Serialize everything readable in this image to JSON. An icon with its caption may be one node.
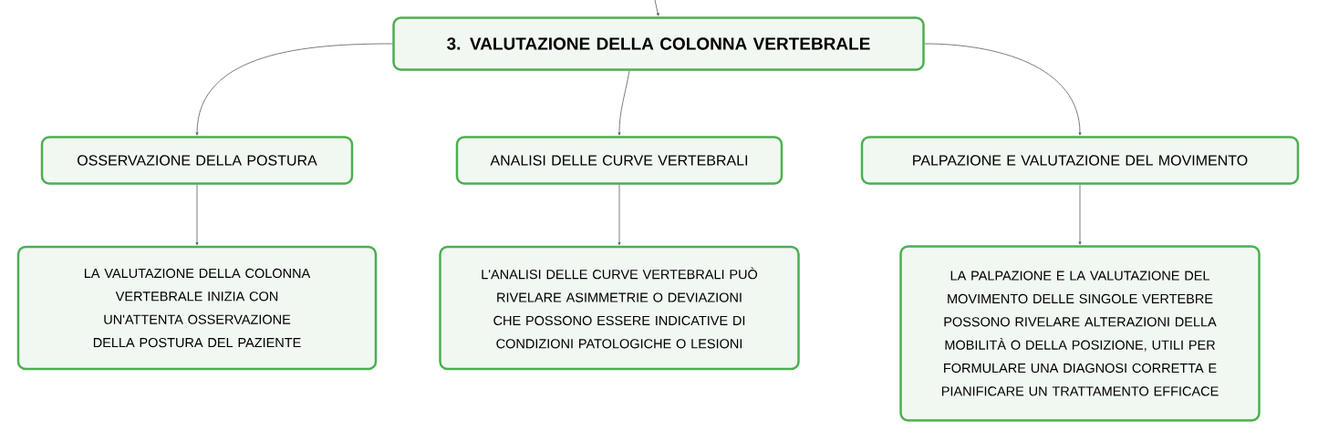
{
  "diagram": {
    "nodes": [
      {
        "text": [
          "3. VALUTAZIONE DELLA COLONNA VERTEBRALE"
        ]
      },
      {
        "text": [
          "OSSERVAZIONE DELLA POSTURA"
        ]
      },
      {
        "text": [
          "ANALISI DELLE CURVE VERTEBRALI"
        ]
      },
      {
        "text": [
          "PALPAZIONE E VALUTAZIONE DEL MOVIMENTO"
        ]
      },
      {
        "text": [
          "LA VALUTAZIONE DELLA COLONNA VERTEBRALE INIZIA CON UN'ATTENTA OSSERVAZIONE DELLA POSTURA DEL PAZIENTE"
        ]
      },
      {
        "text": [
          "L'ANALISI DELLE CURVE VERTEBRALI PUÒ RIVELARE ASIMMETRIE O DEVIAZIONI CHE POSSONO ESSERE INDICATIVE DI CONDIZIONI PATOLOGICHE O LESIONI"
        ]
      },
      {
        "text": [
          "LA PALPAZIONE E LA VALUTAZIONE DEL MOVIMENTO DELLE SINGOLE VERTEBRE POSSONO RIVELARE ALTERAZIONI DELLA MOBILITÀ O DELLA POSIZIONE, UTILI PER FORMULARE UNA DIAGNOSI CORRETTA E PIANIFICARE UN TRATTAMENTO EFFICACE"
        ]
      }
    ],
    "edges": [
      {
        "from": null,
        "to": 0,
        "arrow": "to"
      },
      {
        "from": 0,
        "to": 1,
        "arrow": "to"
      },
      {
        "from": 0,
        "to": 2,
        "arrow": "to"
      },
      {
        "from": 0,
        "to": 3,
        "arrow": "to"
      },
      {
        "from": 1,
        "to": 4,
        "arrow": "to"
      },
      {
        "from": 2,
        "to": 5,
        "arrow": "to"
      },
      {
        "from": 3,
        "to": 6,
        "arrow": "to"
      }
    ]
  }
}
